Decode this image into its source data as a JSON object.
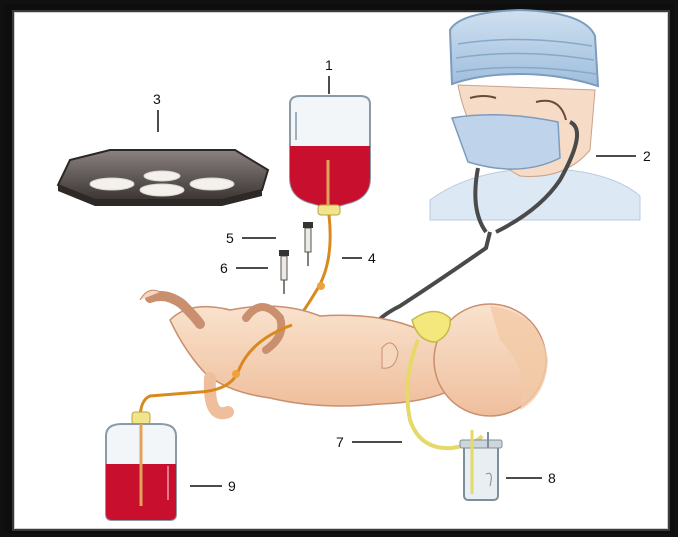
{
  "diagram": {
    "labels": {
      "n1": "1",
      "n2": "2",
      "n3": "3",
      "n4": "4",
      "n5": "5",
      "n6": "6",
      "n7": "7",
      "n8": "8",
      "n9": "9"
    },
    "colors": {
      "blood": "#c8102e",
      "tube": "#d98a1f",
      "skin": "#f6d7bd",
      "cap": "#a9c6e3",
      "stethoscope": "#4a4a4a",
      "light_body": "#5b5553",
      "mask_tube": "#e5d96a"
    }
  }
}
